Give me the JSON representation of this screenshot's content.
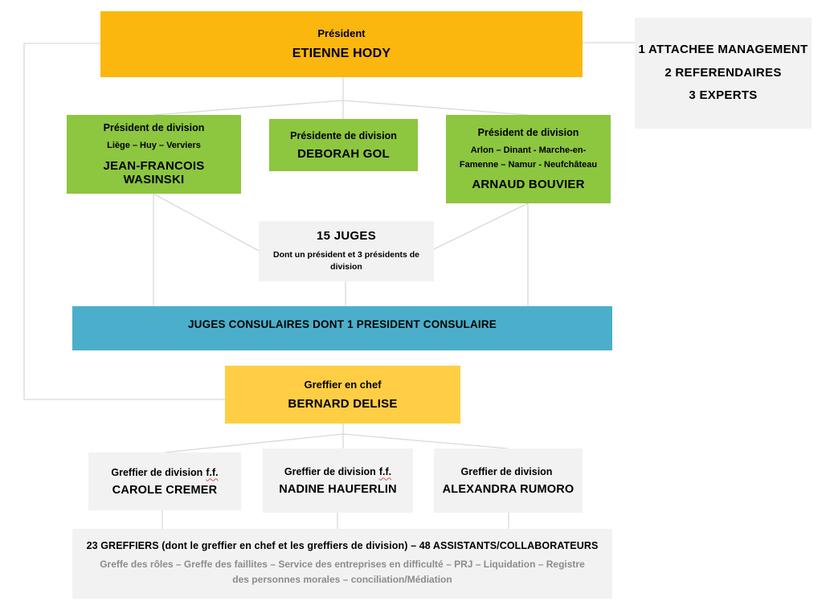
{
  "palette": {
    "gold_dark": "#FBB70E",
    "gold_light": "#FFCE44",
    "green": "#8DC63F",
    "blue": "#4BAFCB",
    "gray_box": "#F2F2F2",
    "connector": "#D9D9D9",
    "muted_text": "#8C8C8C",
    "squiggle_red": "#E05252"
  },
  "boxes": {
    "president": {
      "role": "Président",
      "name": "ETIENNE HODY"
    },
    "staff": {
      "lines": [
        "1 ATTACHEE MANAGEMENT",
        "2 REFERENDAIRES",
        "3 EXPERTS"
      ]
    },
    "divisions": [
      {
        "role": "Président de division",
        "region": "Liège – Huy – Verviers",
        "name": "JEAN-FRANCOIS WASINSKI"
      },
      {
        "role": "Présidente de division",
        "region": "",
        "name": "DEBORAH GOL"
      },
      {
        "role": "Président de division",
        "region": "Arlon – Dinant - Marche-en-Famenne – Namur - Neufchâteau",
        "name": "ARNAUD BOUVIER"
      }
    ],
    "juges": {
      "title": "15 JUGES",
      "subtitle": "Dont un président et 3 présidents de division"
    },
    "consulaires": {
      "label": "JUGES CONSULAIRES DONT 1 PRESIDENT CONSULAIRE"
    },
    "greffier_chef": {
      "role": "Greffier en chef",
      "name": "BERNARD DELISE"
    },
    "greffiers_division": [
      {
        "role": "Greffier de division",
        "suffix": "f.f.",
        "name": "CAROLE CREMER"
      },
      {
        "role": "Greffier de division",
        "suffix": "f.f.",
        "name": "NADINE HAUFERLIN"
      },
      {
        "role": "Greffier de division",
        "suffix": "",
        "name": "ALEXANDRA RUMORO"
      }
    ],
    "greffe": {
      "line1": "23 GREFFIERS (dont le greffier en chef et les greffiers de division) – 48 ASSISTANTS/COLLABORATEURS",
      "line2": "Greffe des rôles – Greffe des faillites – Service des entreprises en difficulté – PRJ – Liquidation – Registre des personnes morales – conciliation/Médiation"
    }
  }
}
